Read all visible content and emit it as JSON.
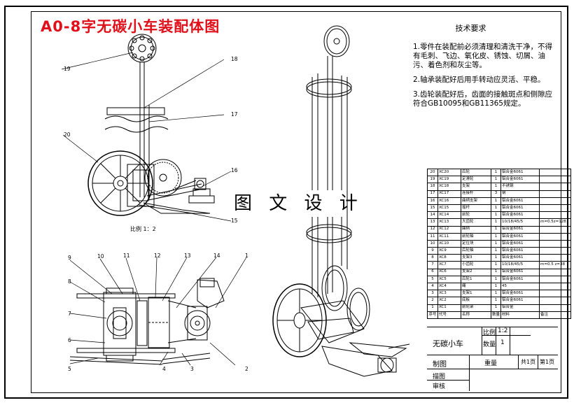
{
  "title": "A0-8字无碳小车装配体图",
  "watermark": "图 文 设 计",
  "tech_requirements": {
    "heading": "技术要求",
    "items": [
      "1.零件在装配前必须清理和清洗干净，不得有毛刺、飞边、氧化皮、锈蚀、切屑、油污、着色剂和灰尘等。",
      "2.轴承装配好后用手转动应灵活、平稳。",
      "3.齿轮装配好后，齿面的接触斑点和侧隙应符合GB10095和GB11365规定。"
    ]
  },
  "front_view_scale": "比例 1：2",
  "callouts": {
    "top_view": [
      "19",
      "18",
      "17",
      "20",
      "16",
      "15"
    ],
    "plan_view": [
      "9",
      "10",
      "11",
      "12",
      "13",
      "14",
      "1",
      "8",
      "7",
      "6",
      "5",
      "4",
      "3",
      "2"
    ]
  },
  "bom": {
    "rows": [
      [
        "20",
        "XC20",
        "后轮",
        "1",
        "铝合金6061",
        ""
      ],
      [
        "19",
        "XC19",
        "定滑轮",
        "1",
        "铝合金6061",
        ""
      ],
      [
        "18",
        "XC18",
        "支架",
        "1",
        "不锈钢",
        ""
      ],
      [
        "17",
        "XC17",
        "连接杆",
        "3",
        "钢",
        ""
      ],
      [
        "16",
        "XC16",
        "曲柄支架",
        "1",
        "铝合金6061",
        ""
      ],
      [
        "15",
        "XC15",
        "摇杆",
        "1",
        "铝合金6061",
        ""
      ],
      [
        "14",
        "XC14",
        "前轮",
        "1",
        "铝合金6061",
        ""
      ],
      [
        "13",
        "XC13",
        "大齿轮",
        "1",
        "10/18/45/5",
        "m=0.5z=128"
      ],
      [
        "12",
        "XC12",
        "曲柄",
        "1",
        "铝合金6061",
        ""
      ],
      [
        "11",
        "XC11",
        "前轮轴",
        "1",
        "铝合金6061",
        ""
      ],
      [
        "10",
        "XC10",
        "定位块",
        "1",
        "铝合金6061",
        ""
      ],
      [
        "9",
        "XC9",
        "后轮轴",
        "1",
        "铝合金6061",
        ""
      ],
      [
        "8",
        "XC8",
        "支架3",
        "1",
        "铝合金6061",
        ""
      ],
      [
        "7",
        "XC7",
        "小齿轮",
        "1",
        "10/18/45/5",
        "m=0.5 z=38"
      ],
      [
        "6",
        "XC6",
        "支架2",
        "1",
        "铝合金6061",
        ""
      ],
      [
        "5",
        "XC5",
        "后轮1",
        "1",
        "铝合金6061",
        ""
      ],
      [
        "4",
        "XC4",
        "绳",
        "1",
        "45",
        ""
      ],
      [
        "3",
        "XC3",
        "支架1",
        "1",
        "铝合金6061",
        ""
      ],
      [
        "2",
        "XC2",
        "底板",
        "1",
        "铝合金6061",
        ""
      ],
      [
        "1",
        "XC1",
        "前轮架",
        "1",
        "铝合金",
        ""
      ]
    ],
    "header": [
      "序号",
      "代号",
      "名称",
      "数量",
      "材料",
      "备注"
    ]
  },
  "title_block": {
    "part_name": "无碳小车",
    "ratio_label": "比例",
    "ratio_value": "1:2",
    "qty_label": "数量",
    "qty_value": "1",
    "drawn_label": "制图",
    "weight_label": "重量",
    "sheets_total": "共1页",
    "sheet_no": "第1页",
    "design_label": "描图",
    "check_label": "审核"
  }
}
